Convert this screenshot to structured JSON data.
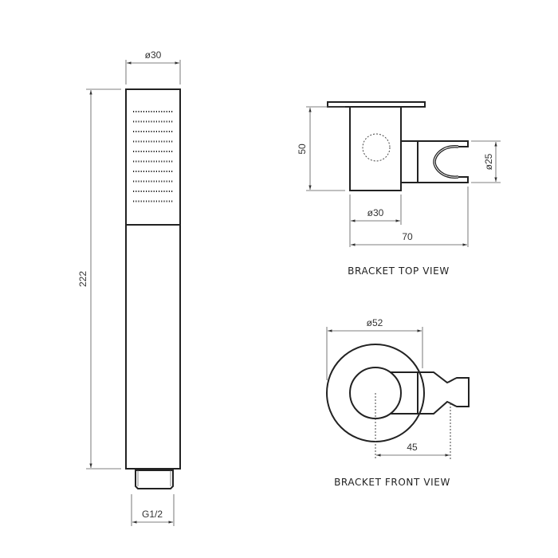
{
  "drawing": {
    "hand_shower": {
      "width_label": "ø30",
      "length_label": "222",
      "thread_label": "G1/2",
      "nozzle_rows": 10
    },
    "bracket_top_view": {
      "caption": "BRACKET TOP VIEW",
      "height_label": "50",
      "base_diameter_label": "ø30",
      "overall_width_label": "70",
      "holder_diameter_label": "ø25"
    },
    "bracket_front_view": {
      "caption": "BRACKET FRONT VIEW",
      "rosette_diameter_label": "ø52",
      "offset_label": "45"
    },
    "colors": {
      "line": "#222222",
      "dimension_line": "#555555",
      "background": "#ffffff"
    }
  }
}
